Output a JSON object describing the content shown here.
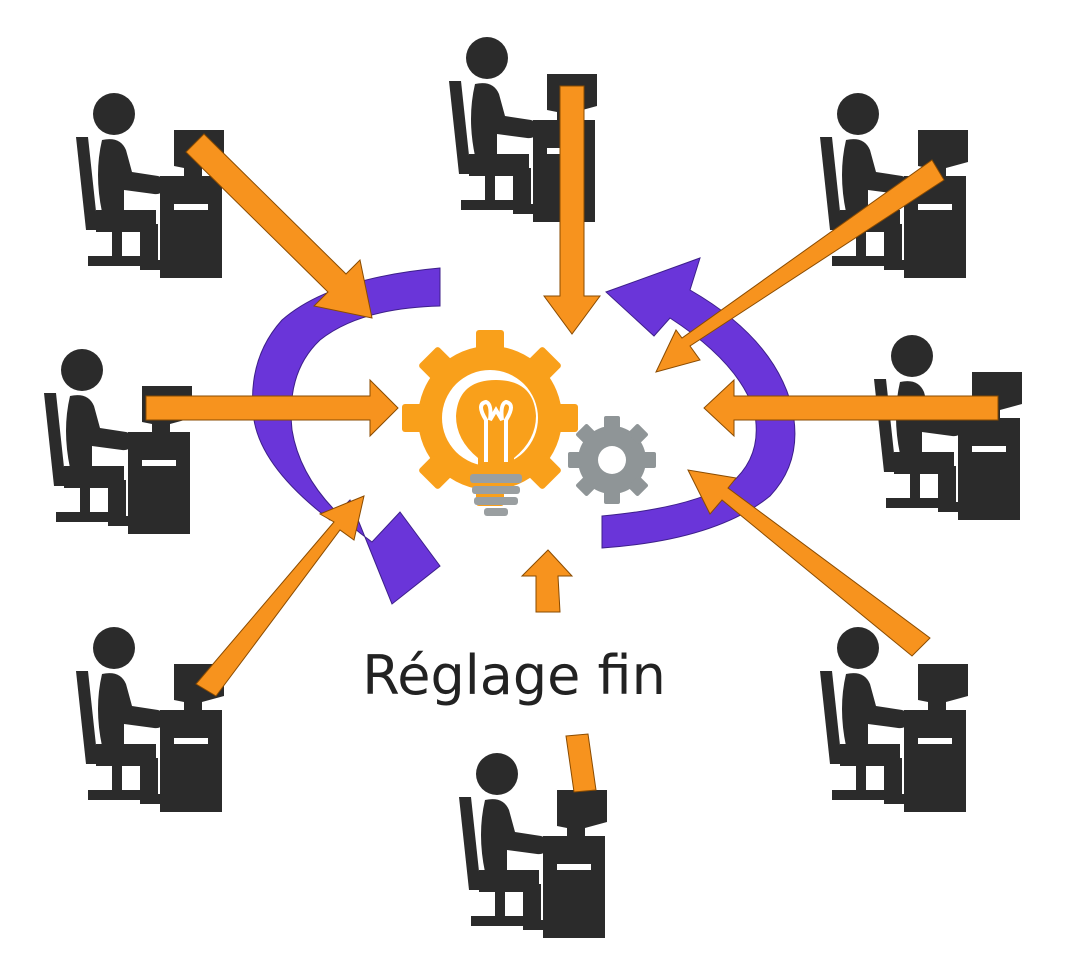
{
  "title": "Réglage fin",
  "nodes": [
    {
      "id": "worker-top-left",
      "icon": "person-at-computer-icon"
    },
    {
      "id": "worker-top",
      "icon": "person-at-computer-icon"
    },
    {
      "id": "worker-top-right",
      "icon": "person-at-computer-icon"
    },
    {
      "id": "worker-left",
      "icon": "person-at-computer-icon"
    },
    {
      "id": "worker-right",
      "icon": "person-at-computer-icon"
    },
    {
      "id": "worker-bottom-left",
      "icon": "person-at-computer-icon"
    },
    {
      "id": "worker-bottom",
      "icon": "person-at-computer-icon"
    },
    {
      "id": "worker-bottom-right",
      "icon": "person-at-computer-icon"
    }
  ],
  "center_icons": [
    "lightbulb-icon",
    "large-gear-icon",
    "small-gear-icon"
  ],
  "colors": {
    "input_arrow": "#f7931e",
    "cycle_arrow": "#6a35d9",
    "large_gear": "#f9a01b",
    "small_gear": "#8f9597",
    "bulb_base": "#9a9fa1",
    "worker": "#2b2b2b",
    "text": "#222222",
    "background": "#ffffff"
  }
}
